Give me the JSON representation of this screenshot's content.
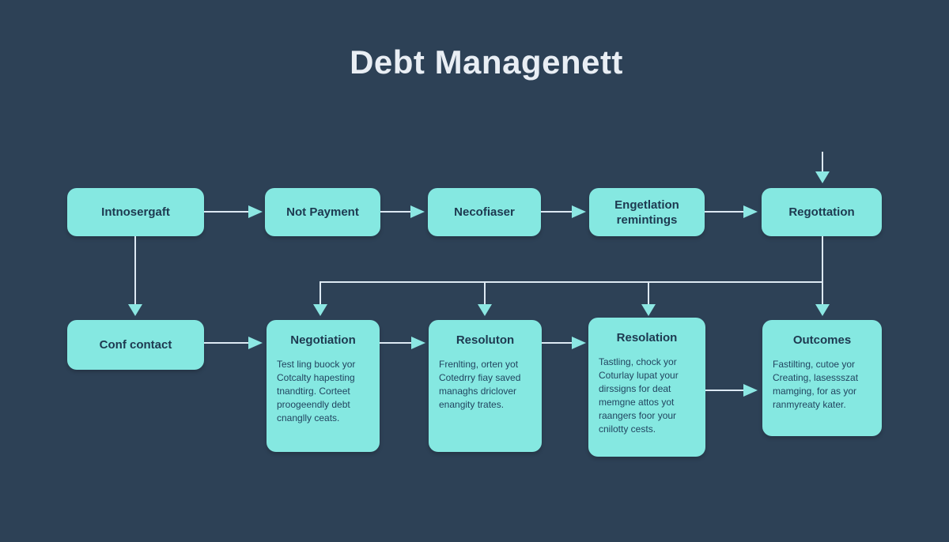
{
  "title": "Debt Managenett",
  "colors": {
    "background": "#2d4156",
    "box_fill": "#85e8e1",
    "box_text": "#1d3950",
    "title_text": "#e9eef4",
    "connector_line": "#dde9f3",
    "arrowhead": "#8ce7e3"
  },
  "top_row": [
    {
      "label": "Intnosergaft"
    },
    {
      "label": "Not Payment"
    },
    {
      "label": "Necofiaser"
    },
    {
      "label": "Engetlation remintings"
    },
    {
      "label": "Regottation"
    }
  ],
  "bottom_row": [
    {
      "label": "Conf contact",
      "body": ""
    },
    {
      "label": "Negotiation",
      "body": "Test ling buock yor\nCotcalty hapesting\ntnandtirg. Corteet\nproogeendly debt\ncnanglly ceats."
    },
    {
      "label": "Resoluton",
      "body": "Frenlting, orten yot\nCotedrry fiay saved\nmanaghs driclover\nenangity trates."
    },
    {
      "label": "Resolation",
      "body": "Tastling, chock yor\nCoturlay lupat your\ndirssigns for deat\nmemgne attos yot\nraangers foor your\ncnilotty cests."
    },
    {
      "label": "Outcomes",
      "body": "Fastilting, cutoe yor\nCreating, lasessszat\nmamging, for as yor\nranmyreaty kater."
    }
  ]
}
